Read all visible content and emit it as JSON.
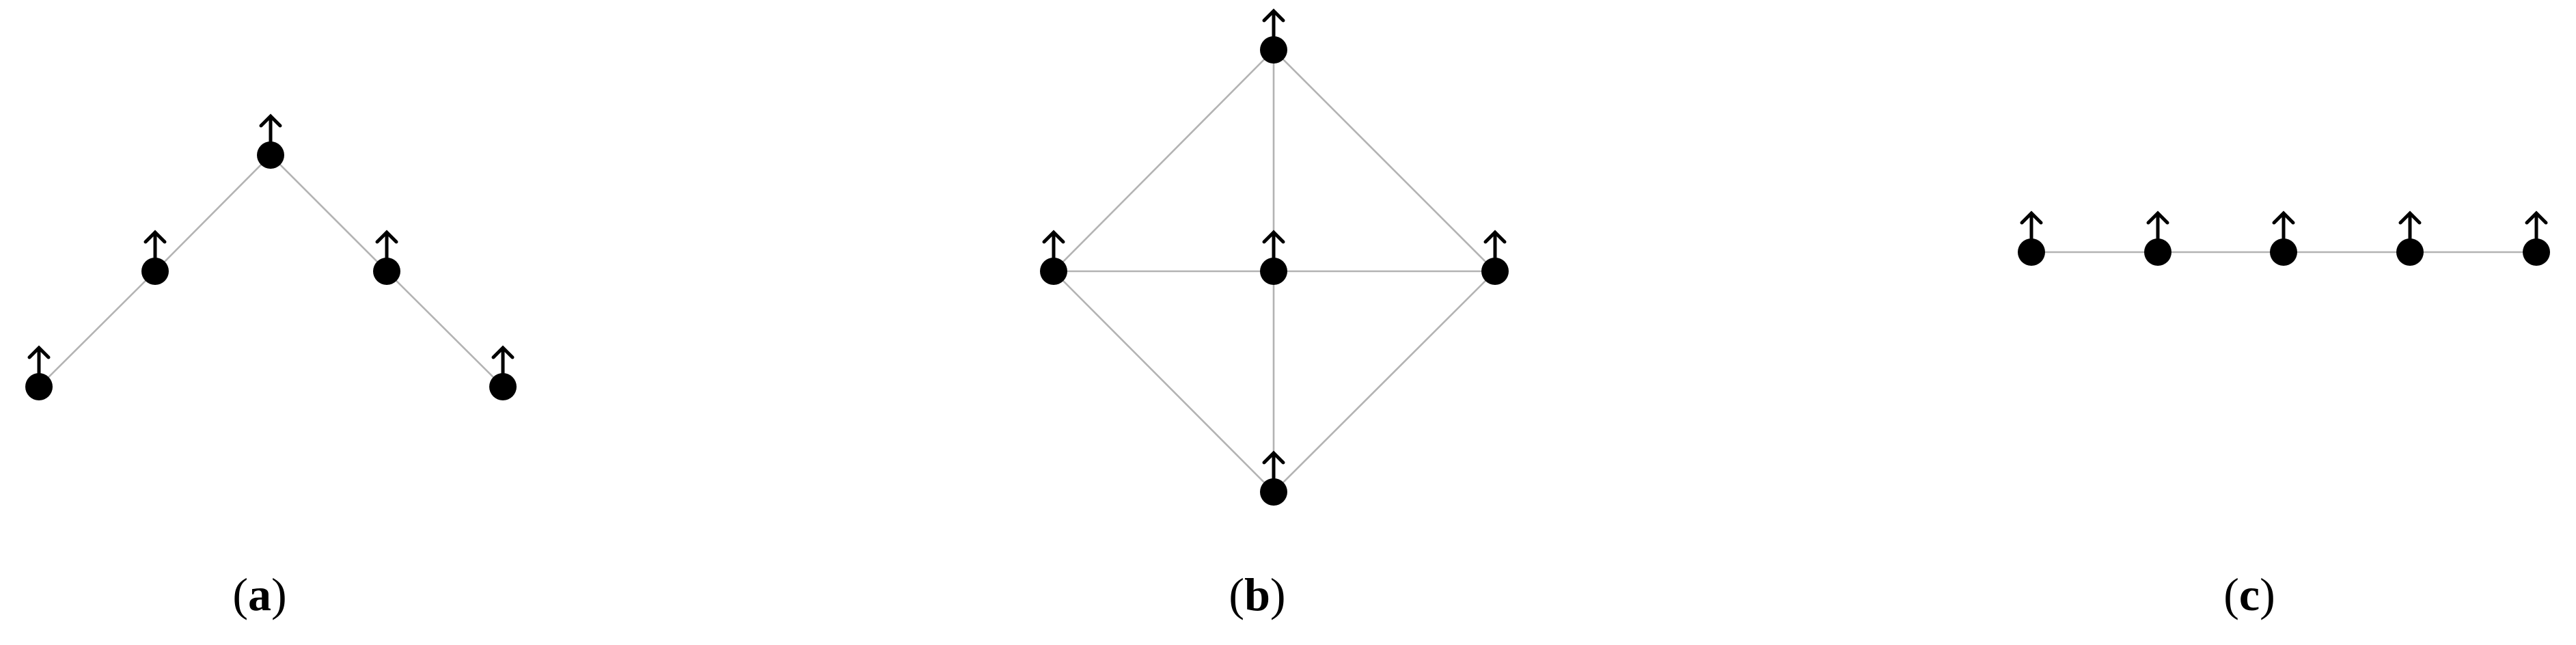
{
  "panels": [
    {
      "id": "a",
      "caption": {
        "open": "(",
        "letter": "a",
        "close": ")"
      }
    },
    {
      "id": "b",
      "caption": {
        "open": "(",
        "letter": "b",
        "close": ")"
      }
    },
    {
      "id": "c",
      "caption": {
        "open": "(",
        "letter": "c",
        "close": ")"
      }
    }
  ],
  "colors": {
    "node": "#000000",
    "edge": "#b3b3b3",
    "arrow": "#000000"
  },
  "icons": {
    "node": "filled-circle",
    "spin": "up-arrow"
  }
}
